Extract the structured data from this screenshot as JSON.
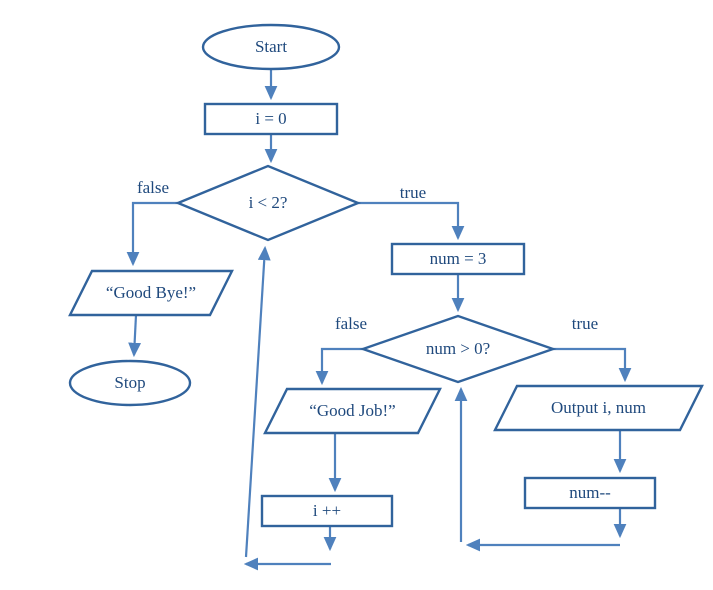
{
  "diagram": {
    "type": "flowchart",
    "colors": {
      "connector": "#4f81bd",
      "shape_stroke": "#31639c",
      "text": "#1f497d",
      "background": "#ffffff"
    },
    "nodes": {
      "start": {
        "label": "Start",
        "shape": "terminator"
      },
      "init_i": {
        "label": "i = 0",
        "shape": "process"
      },
      "cond_i": {
        "label": "i < 2?",
        "shape": "decision"
      },
      "good_bye": {
        "label": "“Good Bye!”",
        "shape": "data"
      },
      "stop": {
        "label": "Stop",
        "shape": "terminator"
      },
      "init_num": {
        "label": "num = 3",
        "shape": "process"
      },
      "cond_num": {
        "label": "num > 0?",
        "shape": "decision"
      },
      "good_job": {
        "label": "“Good Job!”",
        "shape": "data"
      },
      "output": {
        "label": "Output i, num",
        "shape": "data"
      },
      "inc_i": {
        "label": "i ++",
        "shape": "process"
      },
      "dec_num": {
        "label": "num--",
        "shape": "process"
      }
    },
    "edge_labels": {
      "cond_i_false": "false",
      "cond_i_true": "true",
      "cond_num_false": "false",
      "cond_num_true": "true"
    }
  }
}
